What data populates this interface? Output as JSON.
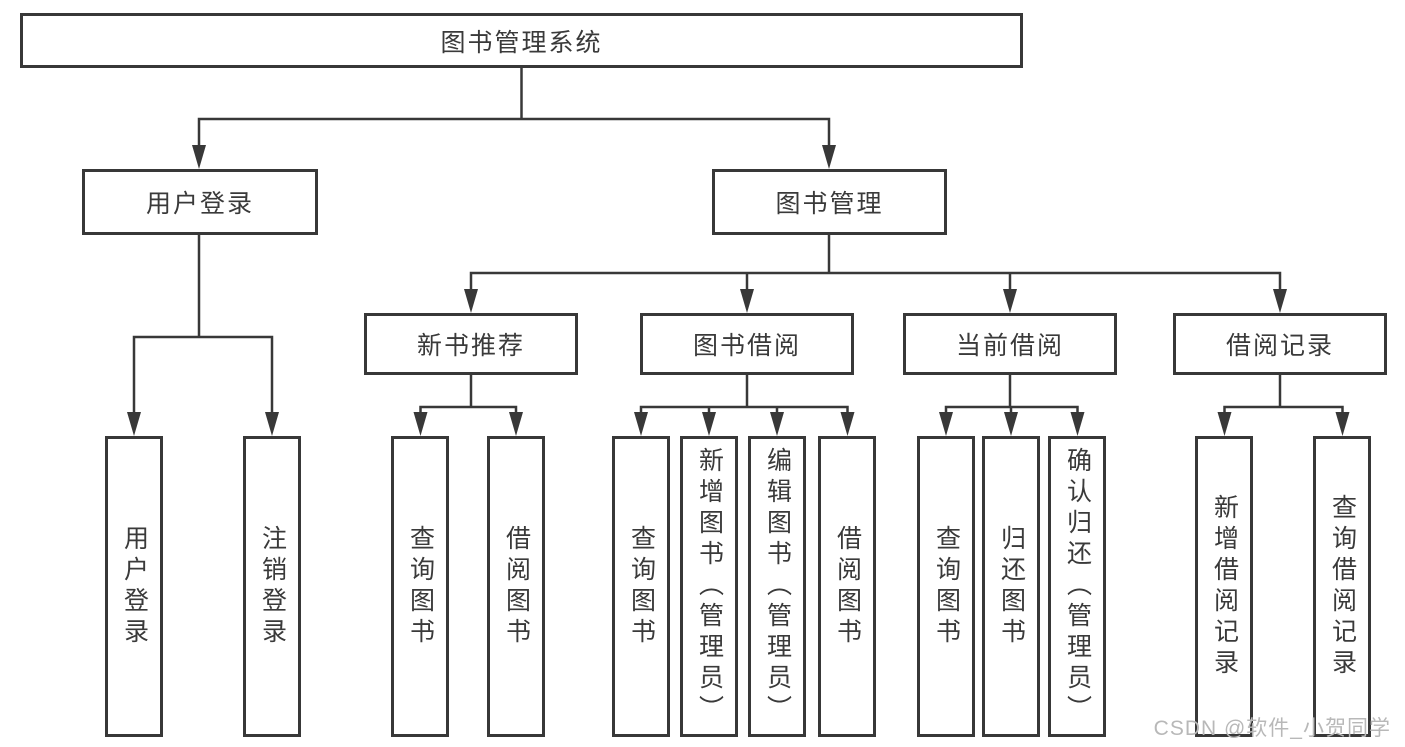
{
  "title": {
    "label": "图书管理系统"
  },
  "level2": [
    {
      "id": "user-login",
      "label": "用户登录"
    },
    {
      "id": "book-management",
      "label": "图书管理"
    }
  ],
  "level3": [
    {
      "id": "new-book-recommend",
      "label": "新书推荐"
    },
    {
      "id": "book-borrow",
      "label": "图书借阅"
    },
    {
      "id": "current-borrow",
      "label": "当前借阅"
    },
    {
      "id": "borrow-records",
      "label": "借阅记录"
    }
  ],
  "leaves": [
    {
      "id": "user-login-leaf",
      "parent": "user-login",
      "label": "用户登录"
    },
    {
      "id": "logout",
      "parent": "user-login",
      "label": "注销登录"
    },
    {
      "id": "query-books-recommend",
      "parent": "new-book-recommend",
      "label": "查询图书"
    },
    {
      "id": "borrow-books-recommend",
      "parent": "new-book-recommend",
      "label": "借阅图书"
    },
    {
      "id": "query-books-borrow",
      "parent": "book-borrow",
      "label": "查询图书"
    },
    {
      "id": "add-books-admin",
      "parent": "book-borrow",
      "label": "新增图书（管理员）"
    },
    {
      "id": "edit-books-admin",
      "parent": "book-borrow",
      "label": "编辑图书（管理员）"
    },
    {
      "id": "borrow-books",
      "parent": "book-borrow",
      "label": "借阅图书"
    },
    {
      "id": "query-books-current",
      "parent": "current-borrow",
      "label": "查询图书"
    },
    {
      "id": "return-books",
      "parent": "current-borrow",
      "label": "归还图书"
    },
    {
      "id": "confirm-return-admin",
      "parent": "current-borrow",
      "label": "确认归还（管理员）"
    },
    {
      "id": "add-borrow-record",
      "parent": "borrow-records",
      "label": "新增借阅记录"
    },
    {
      "id": "query-borrow-record",
      "parent": "borrow-records",
      "label": "查询借阅记录"
    }
  ],
  "watermark": "CSDN @软件_小贺同学",
  "colors": {
    "line": "#383838",
    "text": "#3a3a3a",
    "watermark": "#b8b8b8",
    "background": "#ffffff"
  }
}
